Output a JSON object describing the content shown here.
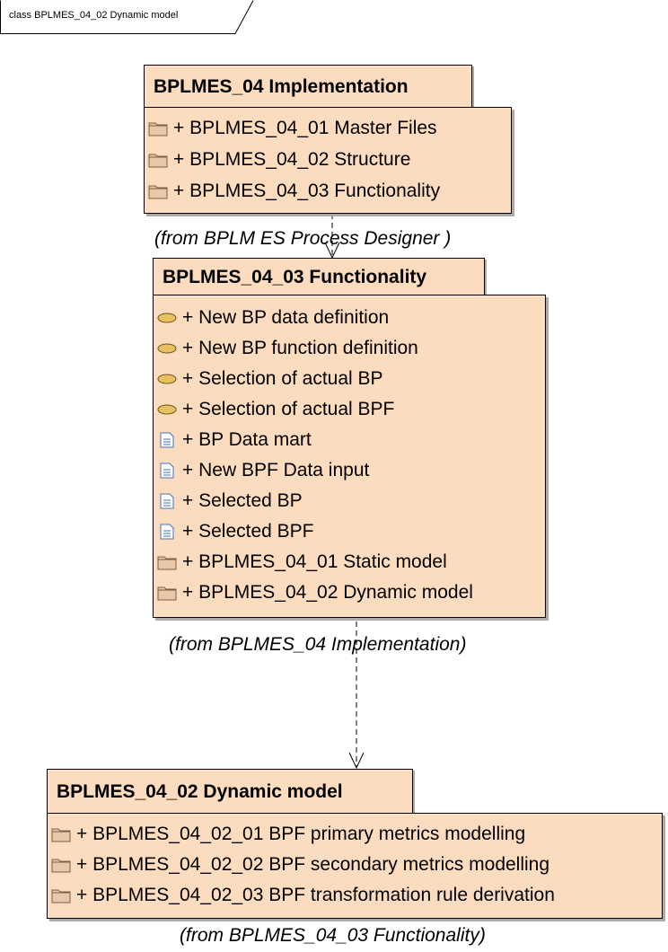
{
  "frame": {
    "label": "class BPLMES_04_02  Dynamic model"
  },
  "packages": [
    {
      "name": "BPLMES_04 Implementation",
      "items": [
        {
          "icon": "package-folder-icon",
          "text": "+ BPLMES_04_01  Master Files"
        },
        {
          "icon": "package-folder-icon",
          "text": "+ BPLMES_04_02 Structure"
        },
        {
          "icon": "package-folder-icon",
          "text": "+ BPLMES_04_03 Functionality"
        }
      ],
      "from": "(from BPLM ES Process Designer )"
    },
    {
      "name": "BPLMES_04_03 Functionality",
      "items": [
        {
          "icon": "use-case-icon",
          "text": "+ New BP data definition"
        },
        {
          "icon": "use-case-icon",
          "text": "+ New BP function definition"
        },
        {
          "icon": "use-case-icon",
          "text": "+ Selection of actual BP"
        },
        {
          "icon": "use-case-icon",
          "text": "+ Selection of actual BPF"
        },
        {
          "icon": "document-icon",
          "text": "+ BP Data mart"
        },
        {
          "icon": "document-icon",
          "text": "+ New BPF Data input"
        },
        {
          "icon": "document-icon",
          "text": "+ Selected BP"
        },
        {
          "icon": "document-icon",
          "text": "+ Selected BPF"
        },
        {
          "icon": "package-folder-icon",
          "text": "+ BPLMES_04_01  Static model"
        },
        {
          "icon": "package-folder-icon",
          "text": "+ BPLMES_04_02  Dynamic model"
        }
      ],
      "from": "(from BPLMES_04 Implementation)"
    },
    {
      "name": "BPLMES_04_02  Dynamic model",
      "items": [
        {
          "icon": "package-folder-icon",
          "text": "+ BPLMES_04_02_01 BPF primary metrics modelling"
        },
        {
          "icon": "package-folder-icon",
          "text": "+ BPLMES_04_02_02 BPF secondary metrics modelling"
        },
        {
          "icon": "package-folder-icon",
          "text": "+ BPLMES_04_02_03 BPF transformation rule derivation"
        }
      ],
      "from": "(from BPLMES_04_03 Functionality)"
    }
  ],
  "colors": {
    "package_fill": "#fcdcbf",
    "use_case_fill": "#e8c060",
    "folder_fill": "#e8c8a8",
    "document_stroke": "#4a6fb8"
  }
}
